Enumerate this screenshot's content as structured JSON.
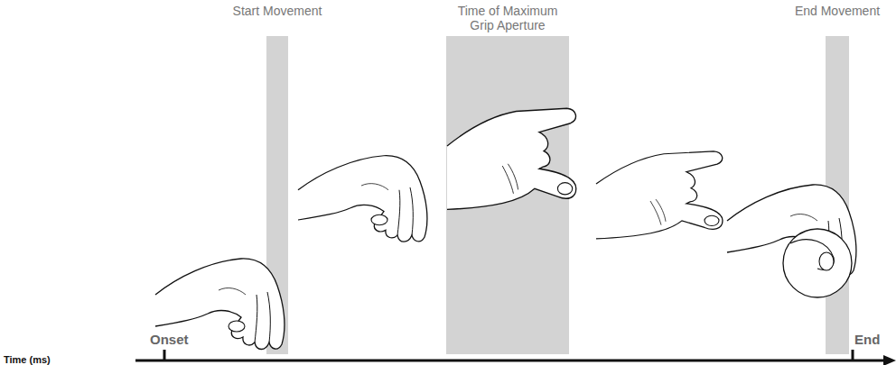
{
  "diagram": {
    "nodes": [
      {
        "text": [
          "Start Movement"
        ]
      },
      {
        "text": [
          "Time of Maximum Grip Aperture"
        ]
      },
      {
        "text": [
          "End Movement"
        ]
      }
    ],
    "labels": [
      "Onset",
      "End",
      "Time (ms)"
    ]
  }
}
